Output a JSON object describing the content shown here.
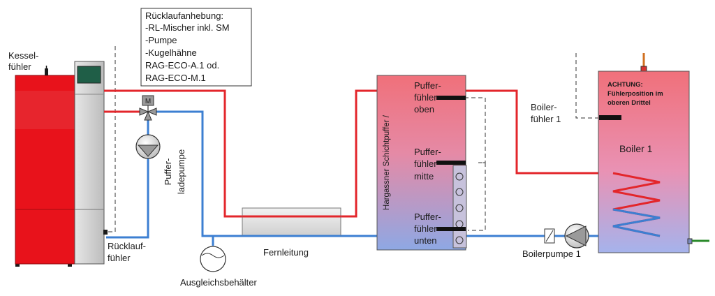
{
  "colors": {
    "flow": "#e3262b",
    "return": "#3c7fd2",
    "boiler_body": "#e8121b",
    "pipe_outline": "#333333",
    "tank_top": "#f0707a",
    "tank_bottom": "#8ea8e4"
  },
  "info_box": {
    "title": "Rücklaufanhebung:",
    "lines": [
      "-RL-Mischer inkl. SM",
      "-Pumpe",
      "-Kugelhähne",
      "RAG-ECO-A.1 od.",
      "RAG-ECO-M.1"
    ]
  },
  "labels": {
    "kessel_fuehler": [
      "Kessel-",
      "fühler"
    ],
    "ruecklauf_fuehler": [
      "Rücklauf-",
      "fühler"
    ],
    "puffer_ladepumpe": [
      "Puffer-",
      "ladepumpe"
    ],
    "fernleitung": "Fernleitung",
    "ausgleichsbehaelter": "Ausgleichsbehälter",
    "schichtpuffer": "Hargassner Schichtpuffer /",
    "puffer_oben": [
      "Puffer-",
      "fühler",
      "oben"
    ],
    "puffer_mitte": [
      "Puffer-",
      "fühler",
      "mitte"
    ],
    "puffer_unten": [
      "Puffer-",
      "fühler",
      "unten"
    ],
    "boiler_fuehler": [
      "Boiler-",
      "fühler 1"
    ],
    "boiler_title": "Boiler 1",
    "achtung": [
      "ACHTUNG:",
      "Fühlerposition im",
      "oberen Drittel"
    ],
    "boilerpumpe": "Boilerpumpe 1",
    "mixer_symbol": "M"
  }
}
